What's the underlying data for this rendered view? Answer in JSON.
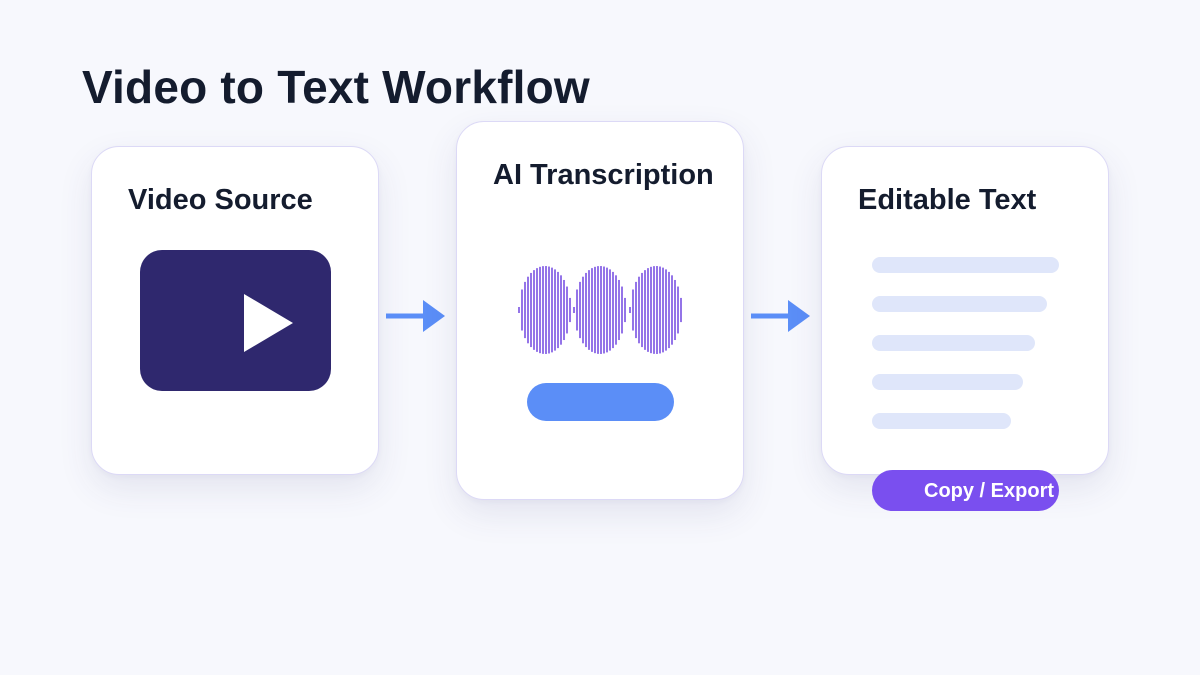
{
  "title": "Video to Text Workflow",
  "steps": [
    {
      "title": "Video Source"
    },
    {
      "title": "AI Transcription"
    },
    {
      "title": "Editable Text"
    }
  ],
  "action": {
    "label": "Copy / Export"
  },
  "colors": {
    "background": "#f7f8fd",
    "text": "#141c2e",
    "video_frame": "#2f286e",
    "waveform": "#7a52e3",
    "accent_blue": "#5b8ef7",
    "text_line": "#dfe6fa",
    "button": "#7a4fef"
  },
  "icons": [
    "play-icon",
    "waveform-icon",
    "arrow-right-icon"
  ]
}
